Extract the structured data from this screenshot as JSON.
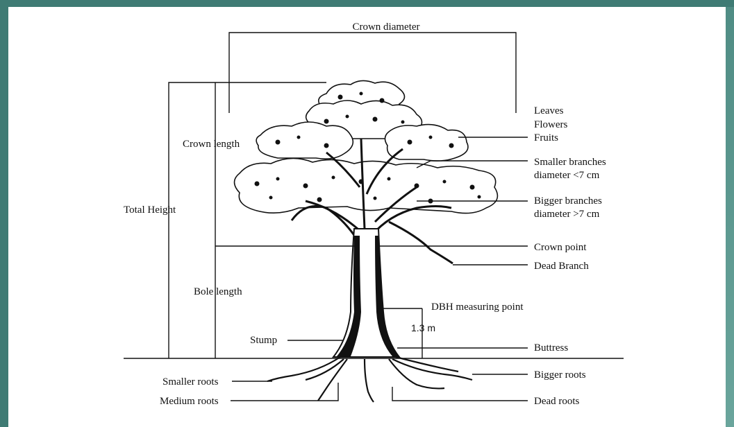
{
  "labels": {
    "crown_diameter": "Crown diameter",
    "crown_length": "Crown length",
    "total_height": "Total Height",
    "bole_length": "Bole length",
    "stump": "Stump",
    "smaller_roots": "Smaller roots",
    "medium_roots": "Medium roots",
    "leaves": "Leaves",
    "flowers": "Flowers",
    "fruits": "Fruits",
    "smaller_branches_1": "Smaller branches",
    "smaller_branches_2": "diameter <7 cm",
    "bigger_branches_1": "Bigger branches",
    "bigger_branches_2": "diameter >7 cm",
    "crown_point": "Crown point",
    "dead_branch": "Dead Branch",
    "dbh_point": "DBH measuring point",
    "dbh_height": "1.3 m",
    "buttress": "Buttress",
    "bigger_roots": "Bigger roots",
    "dead_roots": "Dead roots"
  },
  "colors": {
    "background": "#5f9a92",
    "panel": "#ffffff",
    "ink": "#111111"
  }
}
